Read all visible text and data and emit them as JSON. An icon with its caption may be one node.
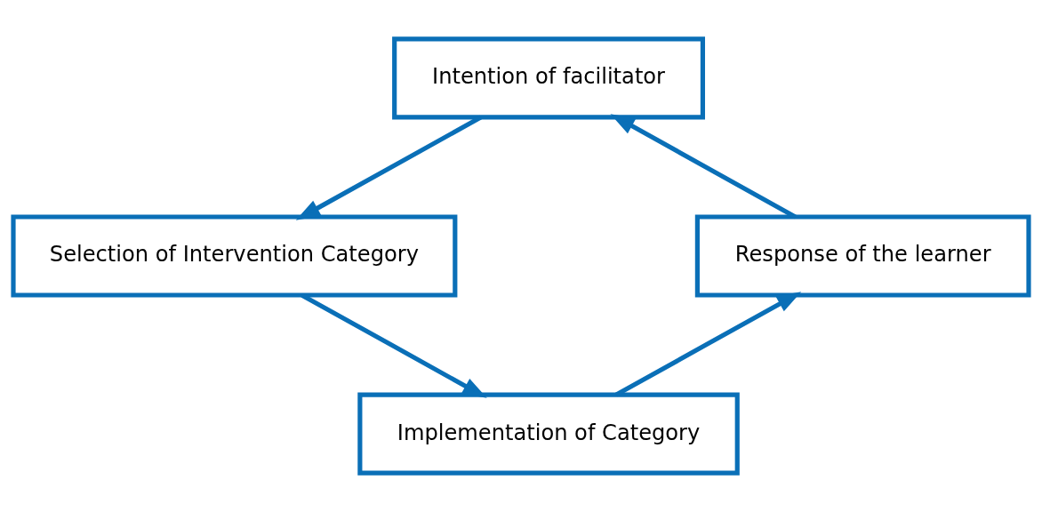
{
  "diagram": {
    "nodes": [
      {
        "text": [
          "Intention of facilitator"
        ]
      },
      {
        "text": [
          "Selection of Intervention Category"
        ]
      },
      {
        "text": [
          "Implementation of Category"
        ]
      },
      {
        "text": [
          "Response of the learner"
        ]
      }
    ],
    "edges": [
      {
        "from": 0,
        "to": 1,
        "arrow": "to"
      },
      {
        "from": 1,
        "to": 2,
        "arrow": "to"
      },
      {
        "from": 2,
        "to": 3,
        "arrow": "to"
      },
      {
        "from": 3,
        "to": 0,
        "arrow": "to"
      }
    ]
  }
}
